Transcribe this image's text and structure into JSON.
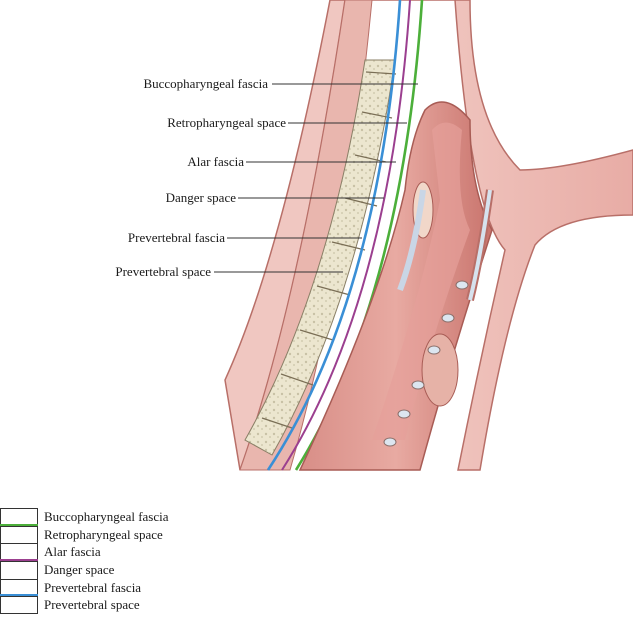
{
  "labels": {
    "buccopharyngeal_fascia": "Buccopharyngeal fascia",
    "retropharyngeal_space": "Retropharyngeal space",
    "alar_fascia": "Alar fascia",
    "danger_space": "Danger space",
    "prevertebral_fascia": "Prevertebral fascia",
    "prevertebral_space": "Prevertebral space"
  },
  "legend": [
    {
      "label": "Buccopharyngeal fascia",
      "color": "#4caf3a"
    },
    {
      "label": "Retropharyngeal space",
      "color": ""
    },
    {
      "label": "Alar fascia",
      "color": "#9b3f8f"
    },
    {
      "label": "Danger space",
      "color": ""
    },
    {
      "label": "Prevertebral fascia",
      "color": "#3a8fd6"
    },
    {
      "label": "Prevertebral space",
      "color": ""
    }
  ],
  "colors": {
    "buccopharyngeal": "#4caf3a",
    "alar": "#9b3f8f",
    "prevertebral": "#3a8fd6",
    "tissue": "#e8b8b2",
    "tissue_dark": "#c97e78",
    "muscle": "#d98f87",
    "bone": "#ede7d2"
  }
}
